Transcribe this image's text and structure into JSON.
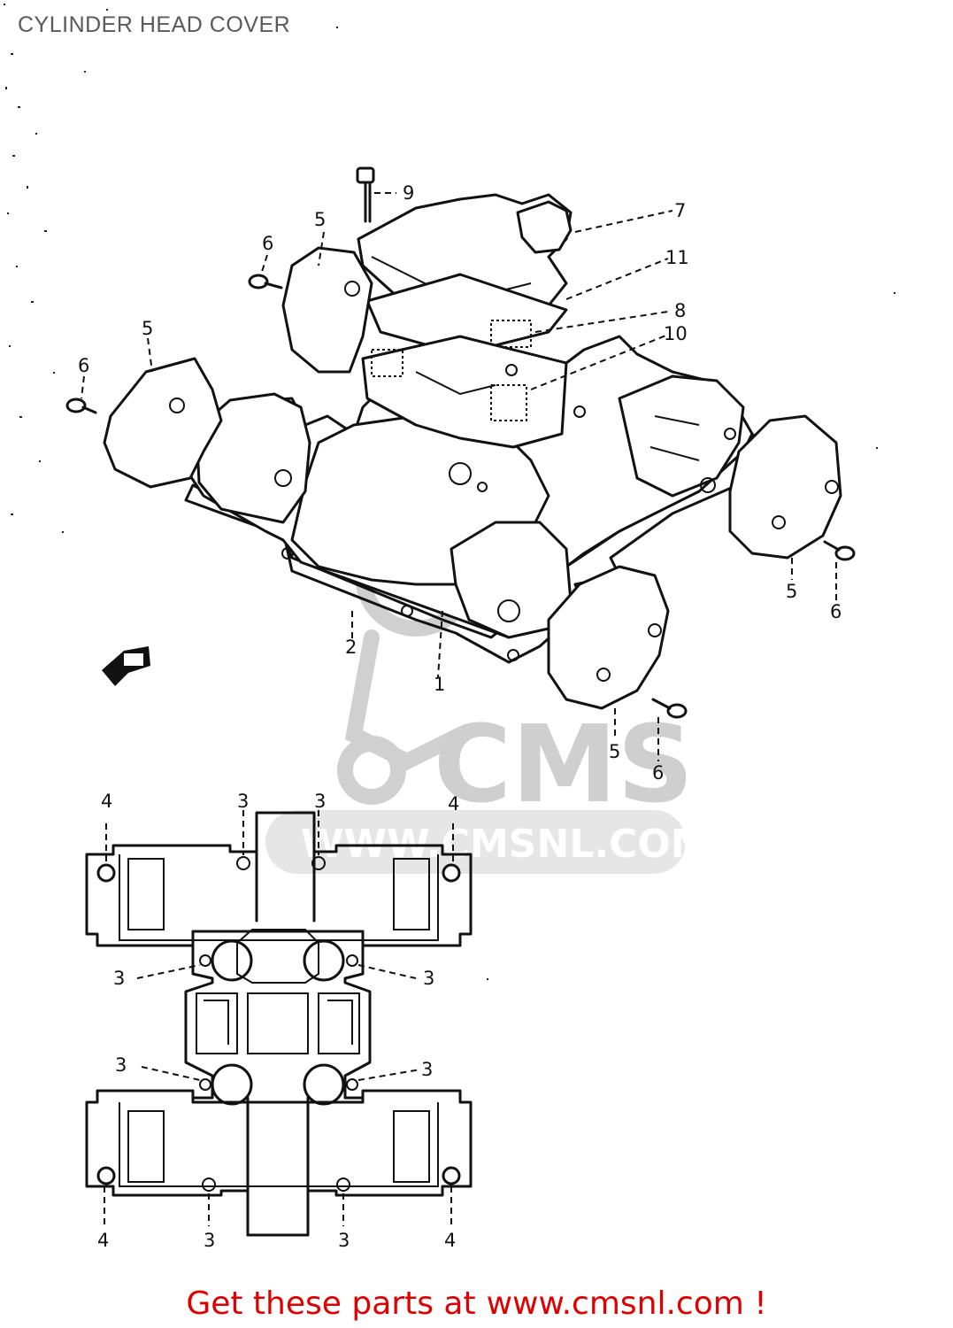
{
  "header": {
    "title": "CYLINDER HEAD COVER"
  },
  "watermark": {
    "logo_text": "CMS",
    "url_text": "WWW.CMSNL.COM"
  },
  "exploded_view": {
    "callouts": [
      "9",
      "7",
      "5",
      "6",
      "11",
      "8",
      "10",
      "5",
      "6",
      "2",
      "1",
      "5",
      "6",
      "5",
      "6"
    ]
  },
  "gasket_view": {
    "callouts": [
      "4",
      "3",
      "3",
      "4",
      "3",
      "3",
      "3",
      "3",
      "4",
      "3",
      "3",
      "4"
    ]
  },
  "footer": {
    "cta_prefix": "Get these parts at",
    "cta_url": "www.cmsnl.com !"
  },
  "colors": {
    "cta": "#e00000",
    "title": "#5a5a5a",
    "watermark": "#cfcfcf",
    "ink": "#111111"
  }
}
